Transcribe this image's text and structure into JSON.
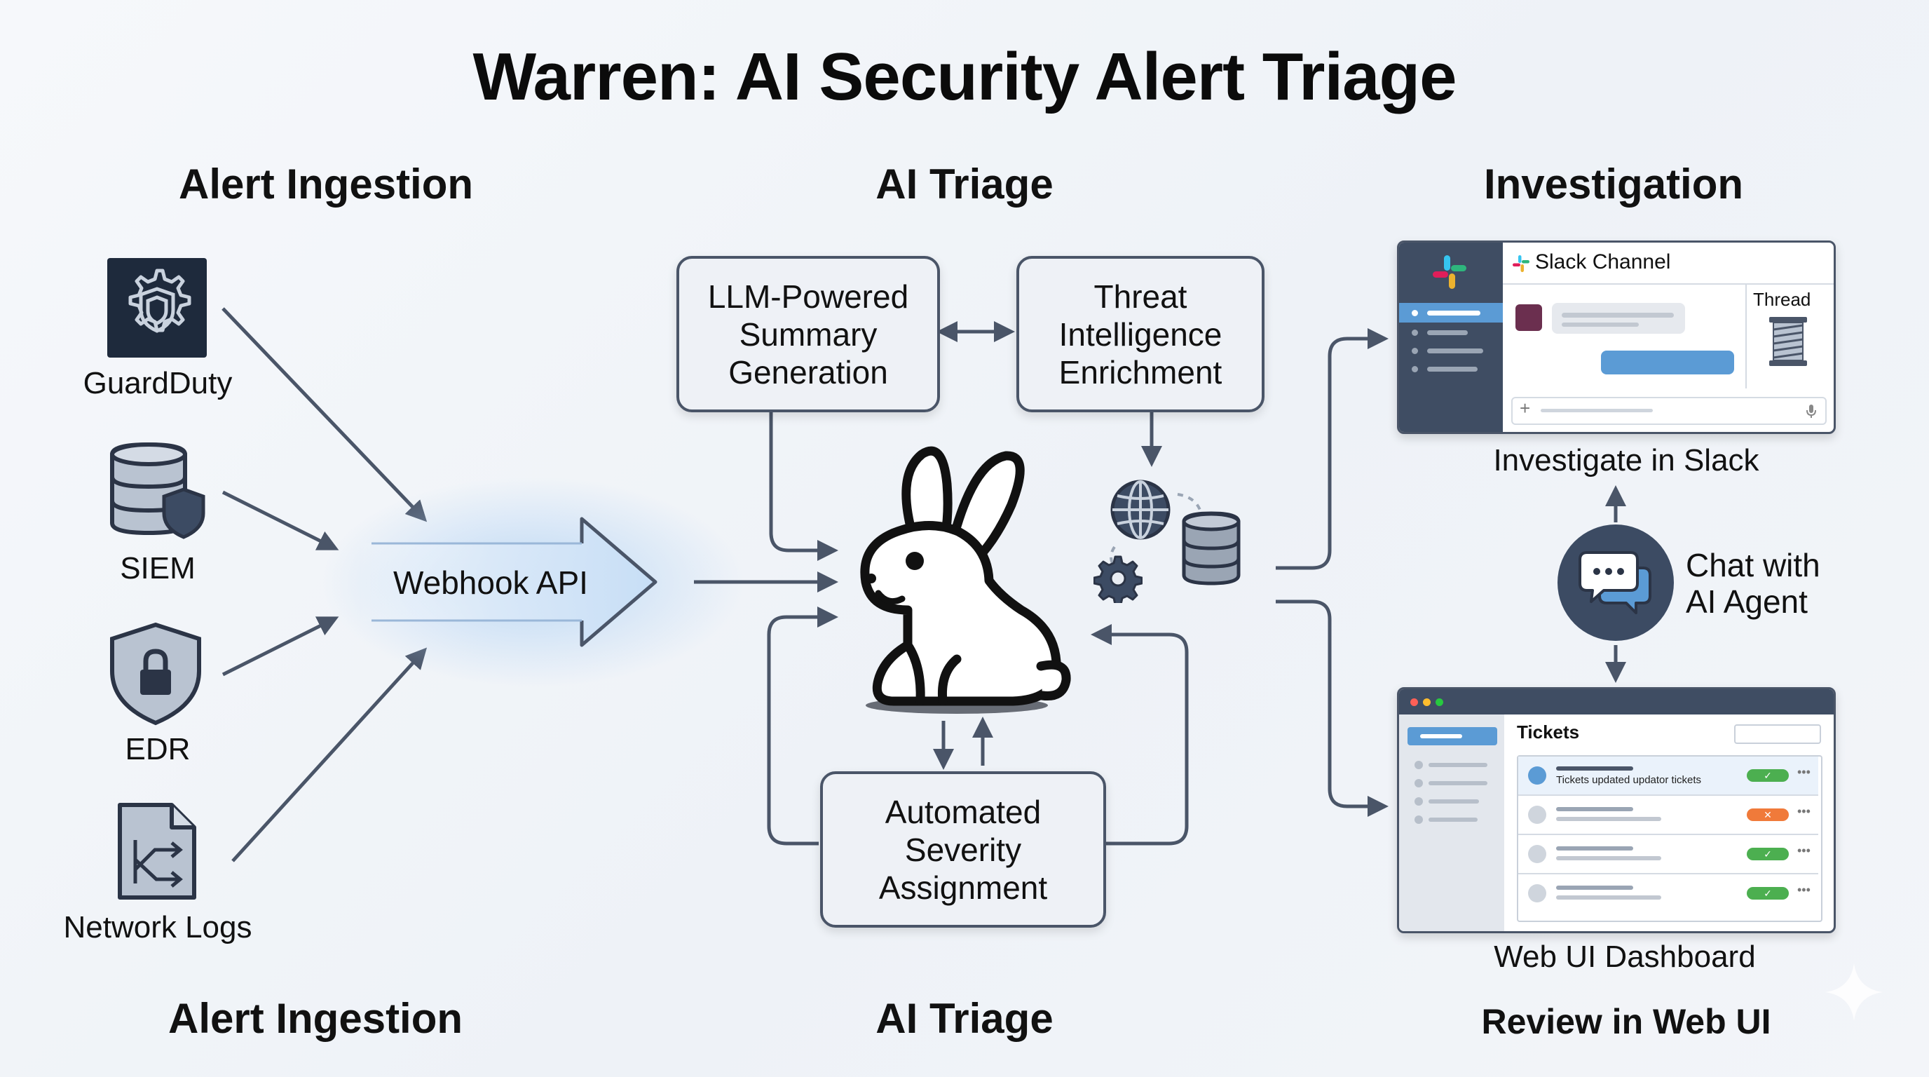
{
  "title": "Warren: AI Security Alert Triage",
  "sections": {
    "ingestion_top": "Alert Ingestion",
    "triage_top": "AI Triage",
    "investigation_top": "Investigation",
    "ingestion_bottom": "Alert Ingestion",
    "triage_bottom": "AI Triage",
    "investigation_bottom": "Review in Web UI"
  },
  "sources": [
    {
      "label": "GuardDuty",
      "icon": "gear-shield-icon"
    },
    {
      "label": "SIEM",
      "icon": "database-shield-icon"
    },
    {
      "label": "EDR",
      "icon": "lock-shield-icon"
    },
    {
      "label": "Network Logs",
      "icon": "document-flow-icon"
    }
  ],
  "webhook": {
    "label": "Webhook API"
  },
  "triage": {
    "summary_lines": [
      "LLM-Powered",
      "Summary",
      "Generation"
    ],
    "threat_lines": [
      "Threat",
      "Intelligence",
      "Enrichment"
    ],
    "severity_lines": [
      "Automated",
      "Severity",
      "Assignment"
    ]
  },
  "slack": {
    "channel_title": "Slack Channel",
    "thread_label": "Thread",
    "caption": "Investigate in Slack",
    "compose_plus": "+"
  },
  "chat": {
    "lines": [
      "Chat with",
      "AI Agent"
    ]
  },
  "dashboard": {
    "panel_title": "Tickets",
    "first_row_text": "Tickets updated updator tickets",
    "caption": "Web UI Dashboard",
    "row_status": [
      "ok",
      "rejected",
      "ok",
      "ok"
    ],
    "status_glyphs": {
      "ok": "✓",
      "rejected": "✕"
    }
  },
  "colors": {
    "accent_blue": "#5b9bd5",
    "ok_green": "#4caf50",
    "reject_orange": "#f07a3a",
    "slate": "#4a5568",
    "dark_slate": "#3c4b63"
  }
}
